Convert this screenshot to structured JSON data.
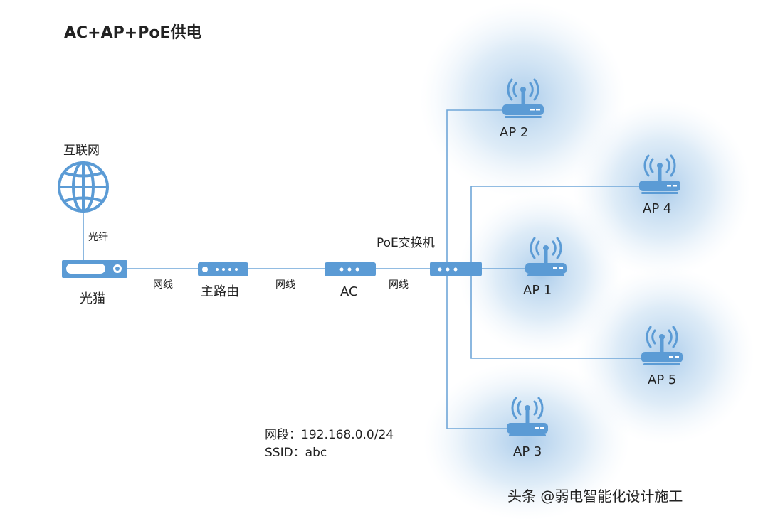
{
  "title": "AC+AP+PoE供电",
  "colors": {
    "device": "#5b9bd5",
    "line": "#6fa6d8",
    "glow": "#aecde9"
  },
  "nodes": {
    "internet": {
      "label": "互联网",
      "icon": "globe-icon"
    },
    "modem": {
      "label": "光猫",
      "icon": "optical-modem-icon"
    },
    "router": {
      "label": "主路由",
      "icon": "router-icon"
    },
    "ac": {
      "label": "AC",
      "icon": "access-controller-icon"
    },
    "poe_switch": {
      "label": "PoE交换机",
      "icon": "switch-icon"
    },
    "aps": [
      {
        "label": "AP 2",
        "icon": "access-point-icon"
      },
      {
        "label": "AP 4",
        "icon": "access-point-icon"
      },
      {
        "label": "AP 1",
        "icon": "access-point-icon"
      },
      {
        "label": "AP 5",
        "icon": "access-point-icon"
      },
      {
        "label": "AP 3",
        "icon": "access-point-icon"
      }
    ]
  },
  "links": {
    "fiber": "光纤",
    "cable1": "网线",
    "cable2": "网线",
    "cable3": "网线"
  },
  "info": {
    "subnet": "网段：192.168.0.0/24",
    "ssid": "SSID：abc"
  },
  "watermark": "头条 @弱电智能化设计施工"
}
